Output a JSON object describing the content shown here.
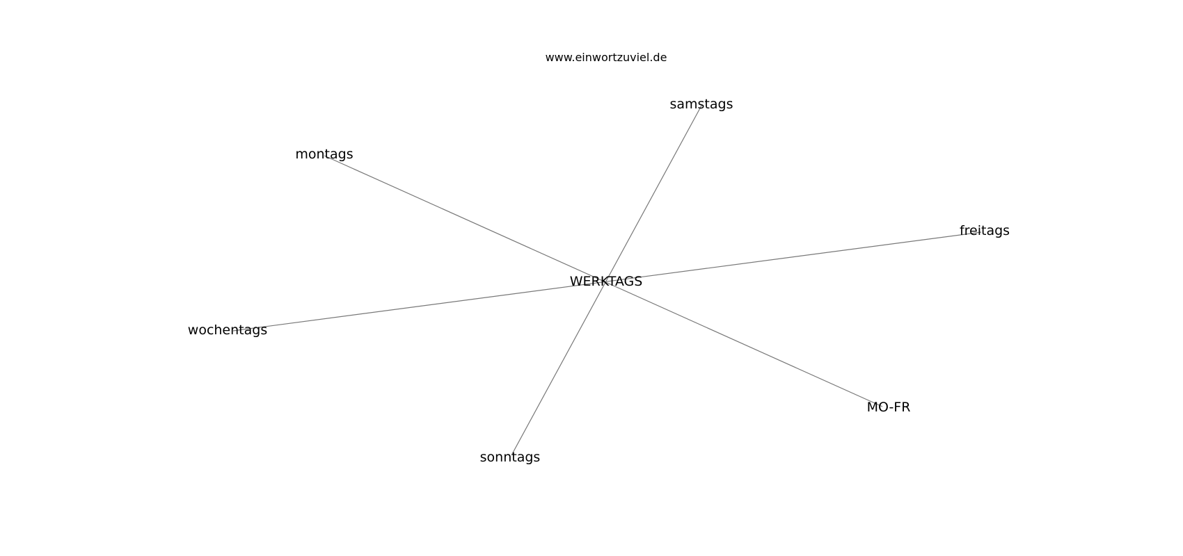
{
  "header": {
    "site": "www.einwortzuviel.de"
  },
  "graph": {
    "center": "WERKTAGS",
    "nodes": {
      "samstags": "samstags",
      "montags": "montags",
      "freitags": "freitags",
      "wochentags": "wochentags",
      "mofr": "MO-FR",
      "sonntags": "sonntags"
    },
    "edge_color": "#777777"
  }
}
